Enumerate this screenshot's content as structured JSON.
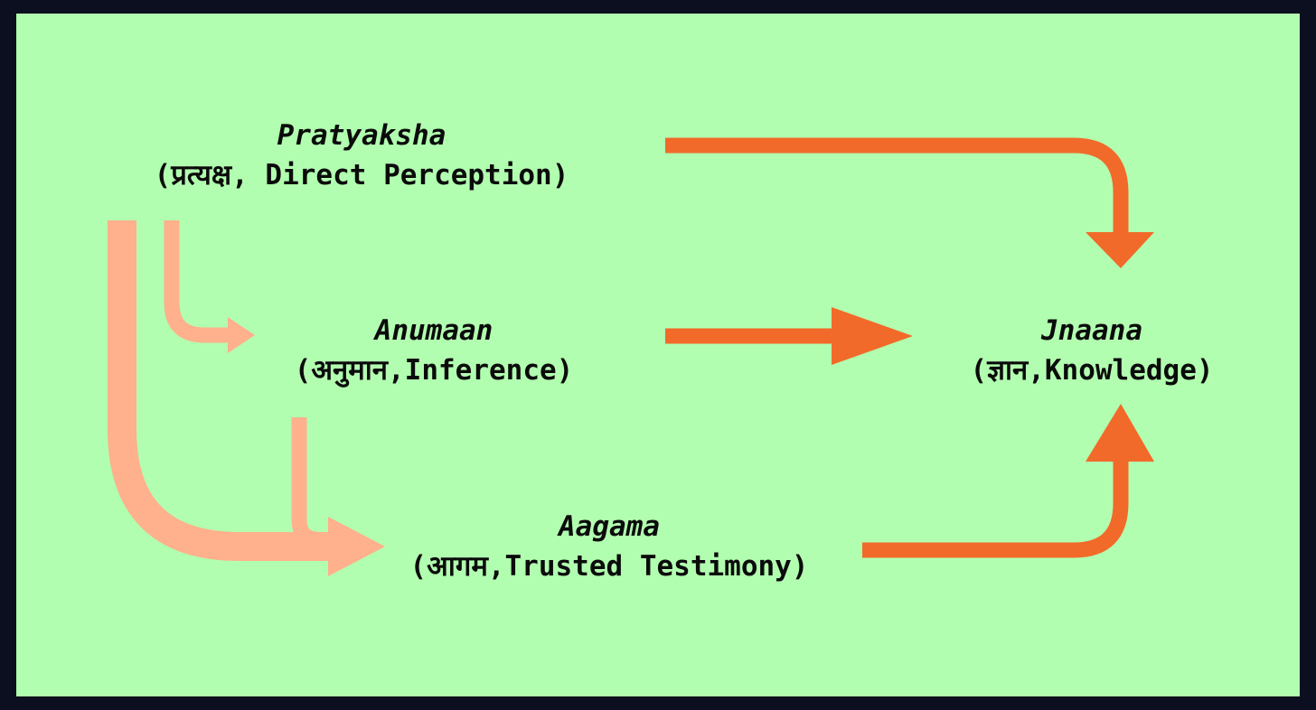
{
  "diagram": {
    "colors": {
      "background": "#b2feb0",
      "border": "#0b0f1f",
      "primary_arrow": "#f26a2a",
      "secondary_arrow": "#ffb08c",
      "text": "#0b0b0b"
    },
    "nodes": {
      "pratyaksha": {
        "title": "Pratyaksha",
        "subtitle": "(प्रत्यक्ष, Direct Perception)"
      },
      "anumaan": {
        "title": "Anumaan",
        "subtitle": "(अनुमान,Inference)"
      },
      "aagama": {
        "title": "Aagama",
        "subtitle": "(आगम,Trusted Testimony)"
      },
      "jnaana": {
        "title": "Jnaana",
        "subtitle": "(ज्ञान,Knowledge)"
      }
    },
    "edges": [
      {
        "from": "Pratyaksha",
        "to": "Jnaana",
        "style": "primary"
      },
      {
        "from": "Anumaan",
        "to": "Jnaana",
        "style": "primary"
      },
      {
        "from": "Aagama",
        "to": "Jnaana",
        "style": "primary"
      },
      {
        "from": "Pratyaksha",
        "to": "Anumaan",
        "style": "secondary"
      },
      {
        "from": "Pratyaksha",
        "to": "Aagama",
        "style": "secondary"
      },
      {
        "from": "Anumaan",
        "to": "Aagama",
        "style": "secondary"
      }
    ]
  }
}
